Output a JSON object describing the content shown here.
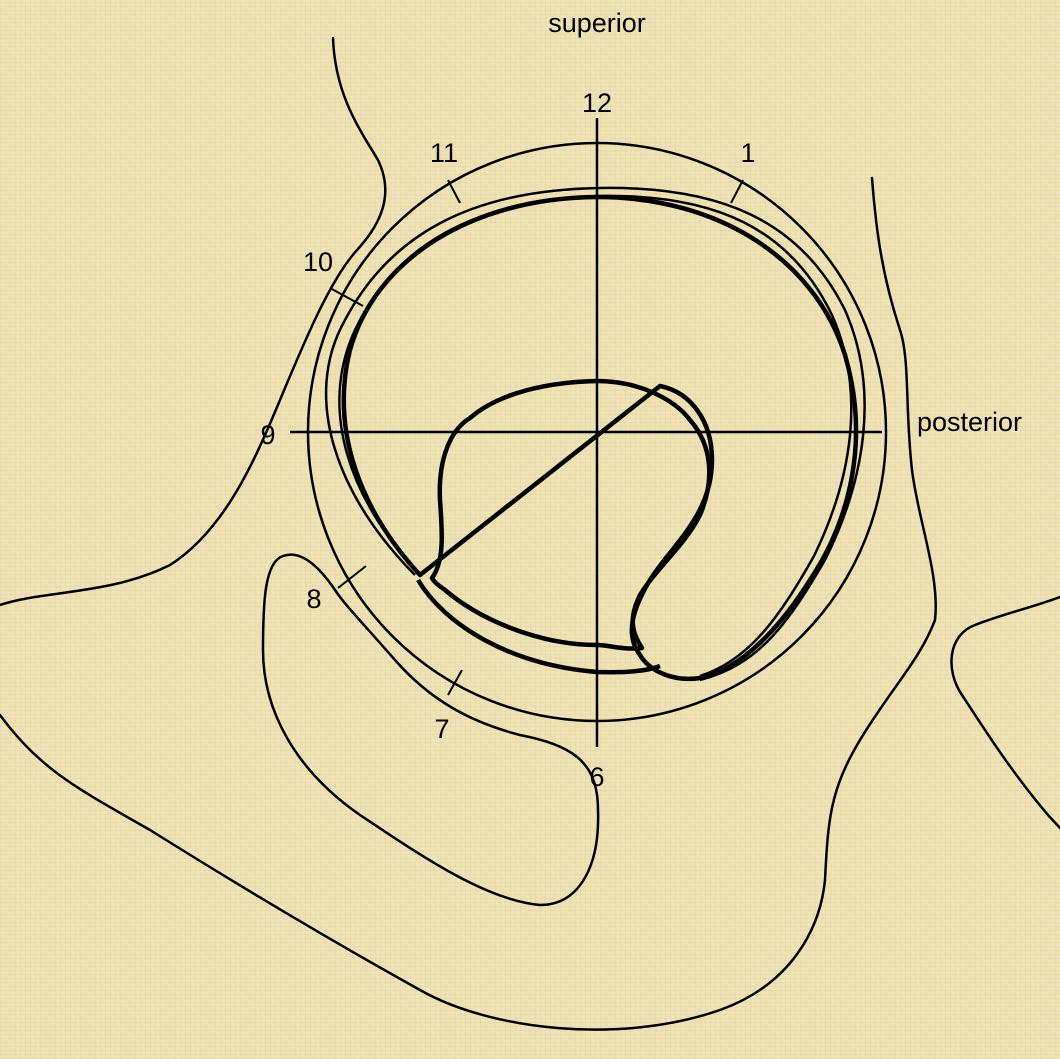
{
  "labels": {
    "superior": "superior",
    "posterior": "posterior"
  },
  "clock": {
    "h12": "12",
    "h1": "1",
    "h11": "11",
    "h10": "10",
    "h9": "9",
    "h8": "8",
    "h7": "7",
    "h6": "6"
  }
}
